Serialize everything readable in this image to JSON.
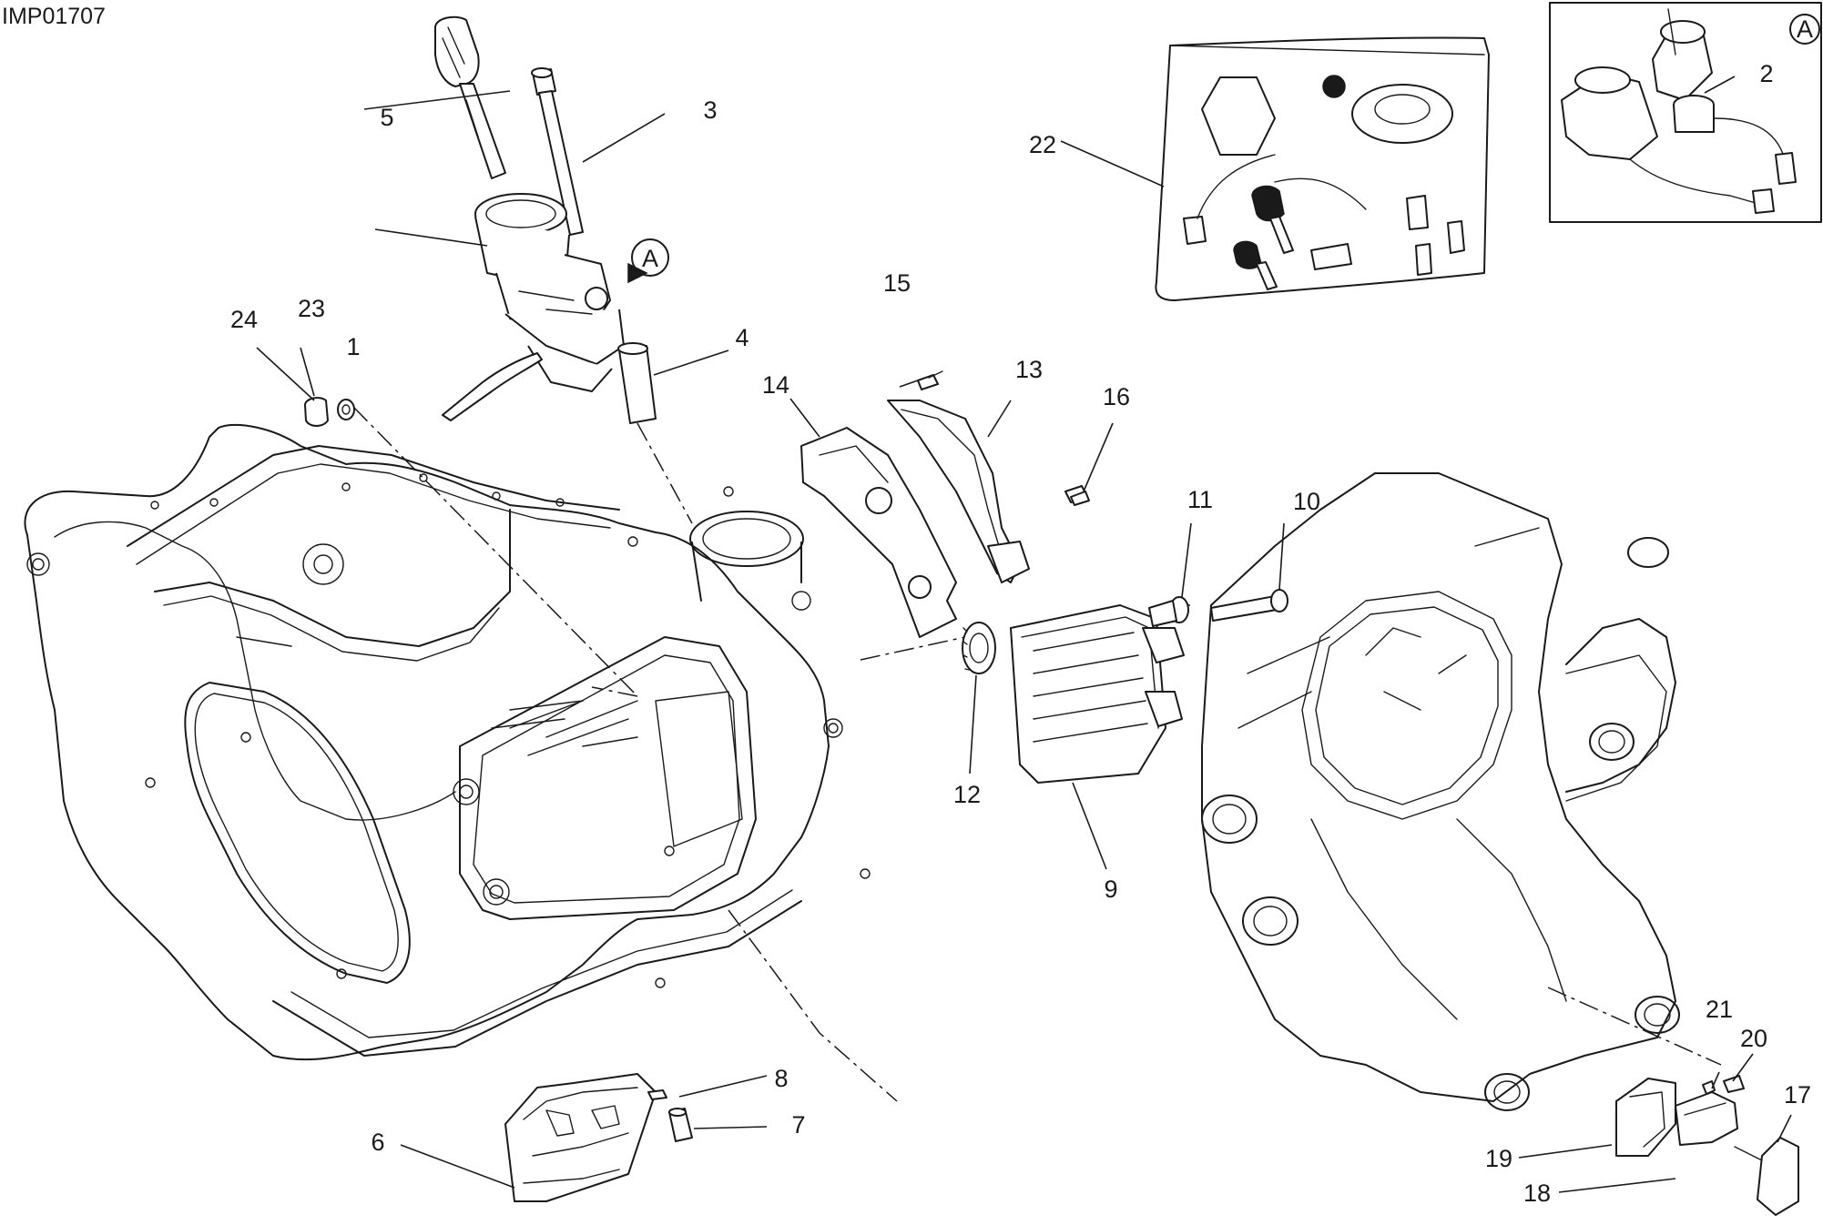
{
  "drawing_code": "IMP01707",
  "detail_marker": "A",
  "callouts": [
    {
      "id": "1",
      "text": "1"
    },
    {
      "id": "2",
      "text": "2"
    },
    {
      "id": "3",
      "text": "3"
    },
    {
      "id": "4",
      "text": "4"
    },
    {
      "id": "5",
      "text": "5"
    },
    {
      "id": "6",
      "text": "6"
    },
    {
      "id": "7",
      "text": "7"
    },
    {
      "id": "8",
      "text": "8"
    },
    {
      "id": "9",
      "text": "9"
    },
    {
      "id": "10",
      "text": "10"
    },
    {
      "id": "11",
      "text": "11"
    },
    {
      "id": "12",
      "text": "12"
    },
    {
      "id": "13",
      "text": "13"
    },
    {
      "id": "14",
      "text": "14"
    },
    {
      "id": "15",
      "text": "15"
    },
    {
      "id": "16",
      "text": "16"
    },
    {
      "id": "17",
      "text": "17"
    },
    {
      "id": "18",
      "text": "18"
    },
    {
      "id": "19",
      "text": "19"
    },
    {
      "id": "20",
      "text": "20"
    },
    {
      "id": "21",
      "text": "21"
    },
    {
      "id": "22",
      "text": "22"
    },
    {
      "id": "23",
      "text": "23"
    },
    {
      "id": "24",
      "text": "24"
    }
  ]
}
